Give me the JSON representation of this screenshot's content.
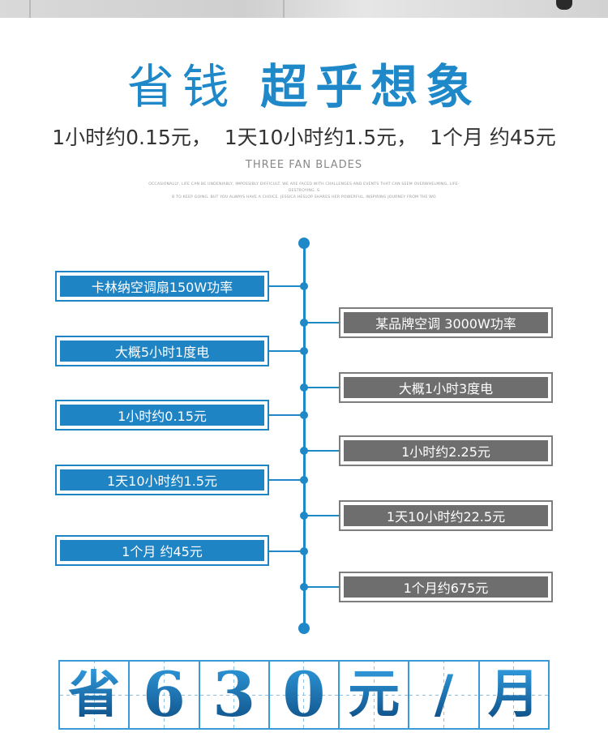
{
  "header": {
    "title_light": "省钱",
    "title_bold": "超乎想象",
    "subtitle": "1小时约0.15元，  1天10小时约1.5元，  1个月 约45元",
    "english_caption": "THREE FAN BLADES",
    "fine_print_line1": "OCCASIONALLY, LIFE CAN BE UNDENIABLY, IMPOSSIBLY DIFFICULT. WE ARE FACED WITH CHALLENGES AND EVENTS THAT CAN SEEM OVERWHELMING, LIFE-DESTROYING. S",
    "fine_print_line2": "B TO KEEP GOING. BUT YOU ALWAYS HAVE A CHOICE. JESSICA HESLOP SHARES HER POWERFUL, INSPIRING JOURNEY FROM THE WO"
  },
  "comparison": {
    "left": [
      "卡林纳空调扇150W功率",
      "大概5小时1度电",
      "1小时约0.15元",
      "1天10小时约1.5元",
      "1个月 约45元"
    ],
    "right": [
      "某品牌空调 3000W功率",
      "大概1小时3度电",
      "1小时约2.25元",
      "1天10小时约22.5元",
      "1个月约675元"
    ]
  },
  "savings": {
    "chars": [
      "省",
      "6",
      "3",
      "0",
      "元",
      "/",
      "月"
    ]
  },
  "colors": {
    "accent": "#1e88c8",
    "left_box": "#1f84c4",
    "right_box": "#6e6e6e"
  }
}
